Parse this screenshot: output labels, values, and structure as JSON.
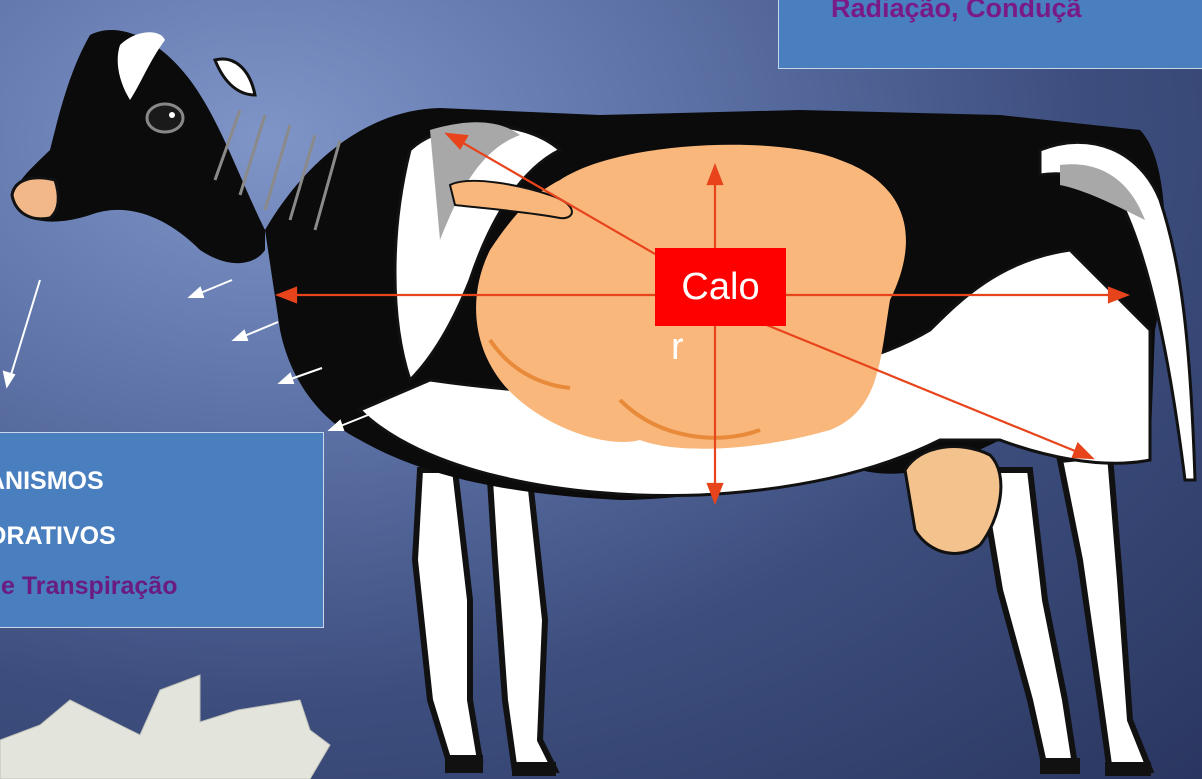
{
  "slide": {
    "top_box_text": "Radiação, Conduçã",
    "left_box_line1": "ANISMOS",
    "left_box_line2": "ORATIVOS",
    "left_box_line3": "e Transpiração",
    "calor_text": "Calo",
    "calor_overflow": "r"
  },
  "colors": {
    "background": "#5e73a8",
    "box_fill": "#4a7fbf",
    "purple_text": "#7a1a86",
    "calor_box": "#ff0000",
    "arrow_red": "#e8441c",
    "rumen": "#f9b77c"
  },
  "icons": {
    "illustration": "holstein-cow-clipart",
    "arrows": "heat-flow-arrows",
    "burst": "starburst-shape"
  }
}
